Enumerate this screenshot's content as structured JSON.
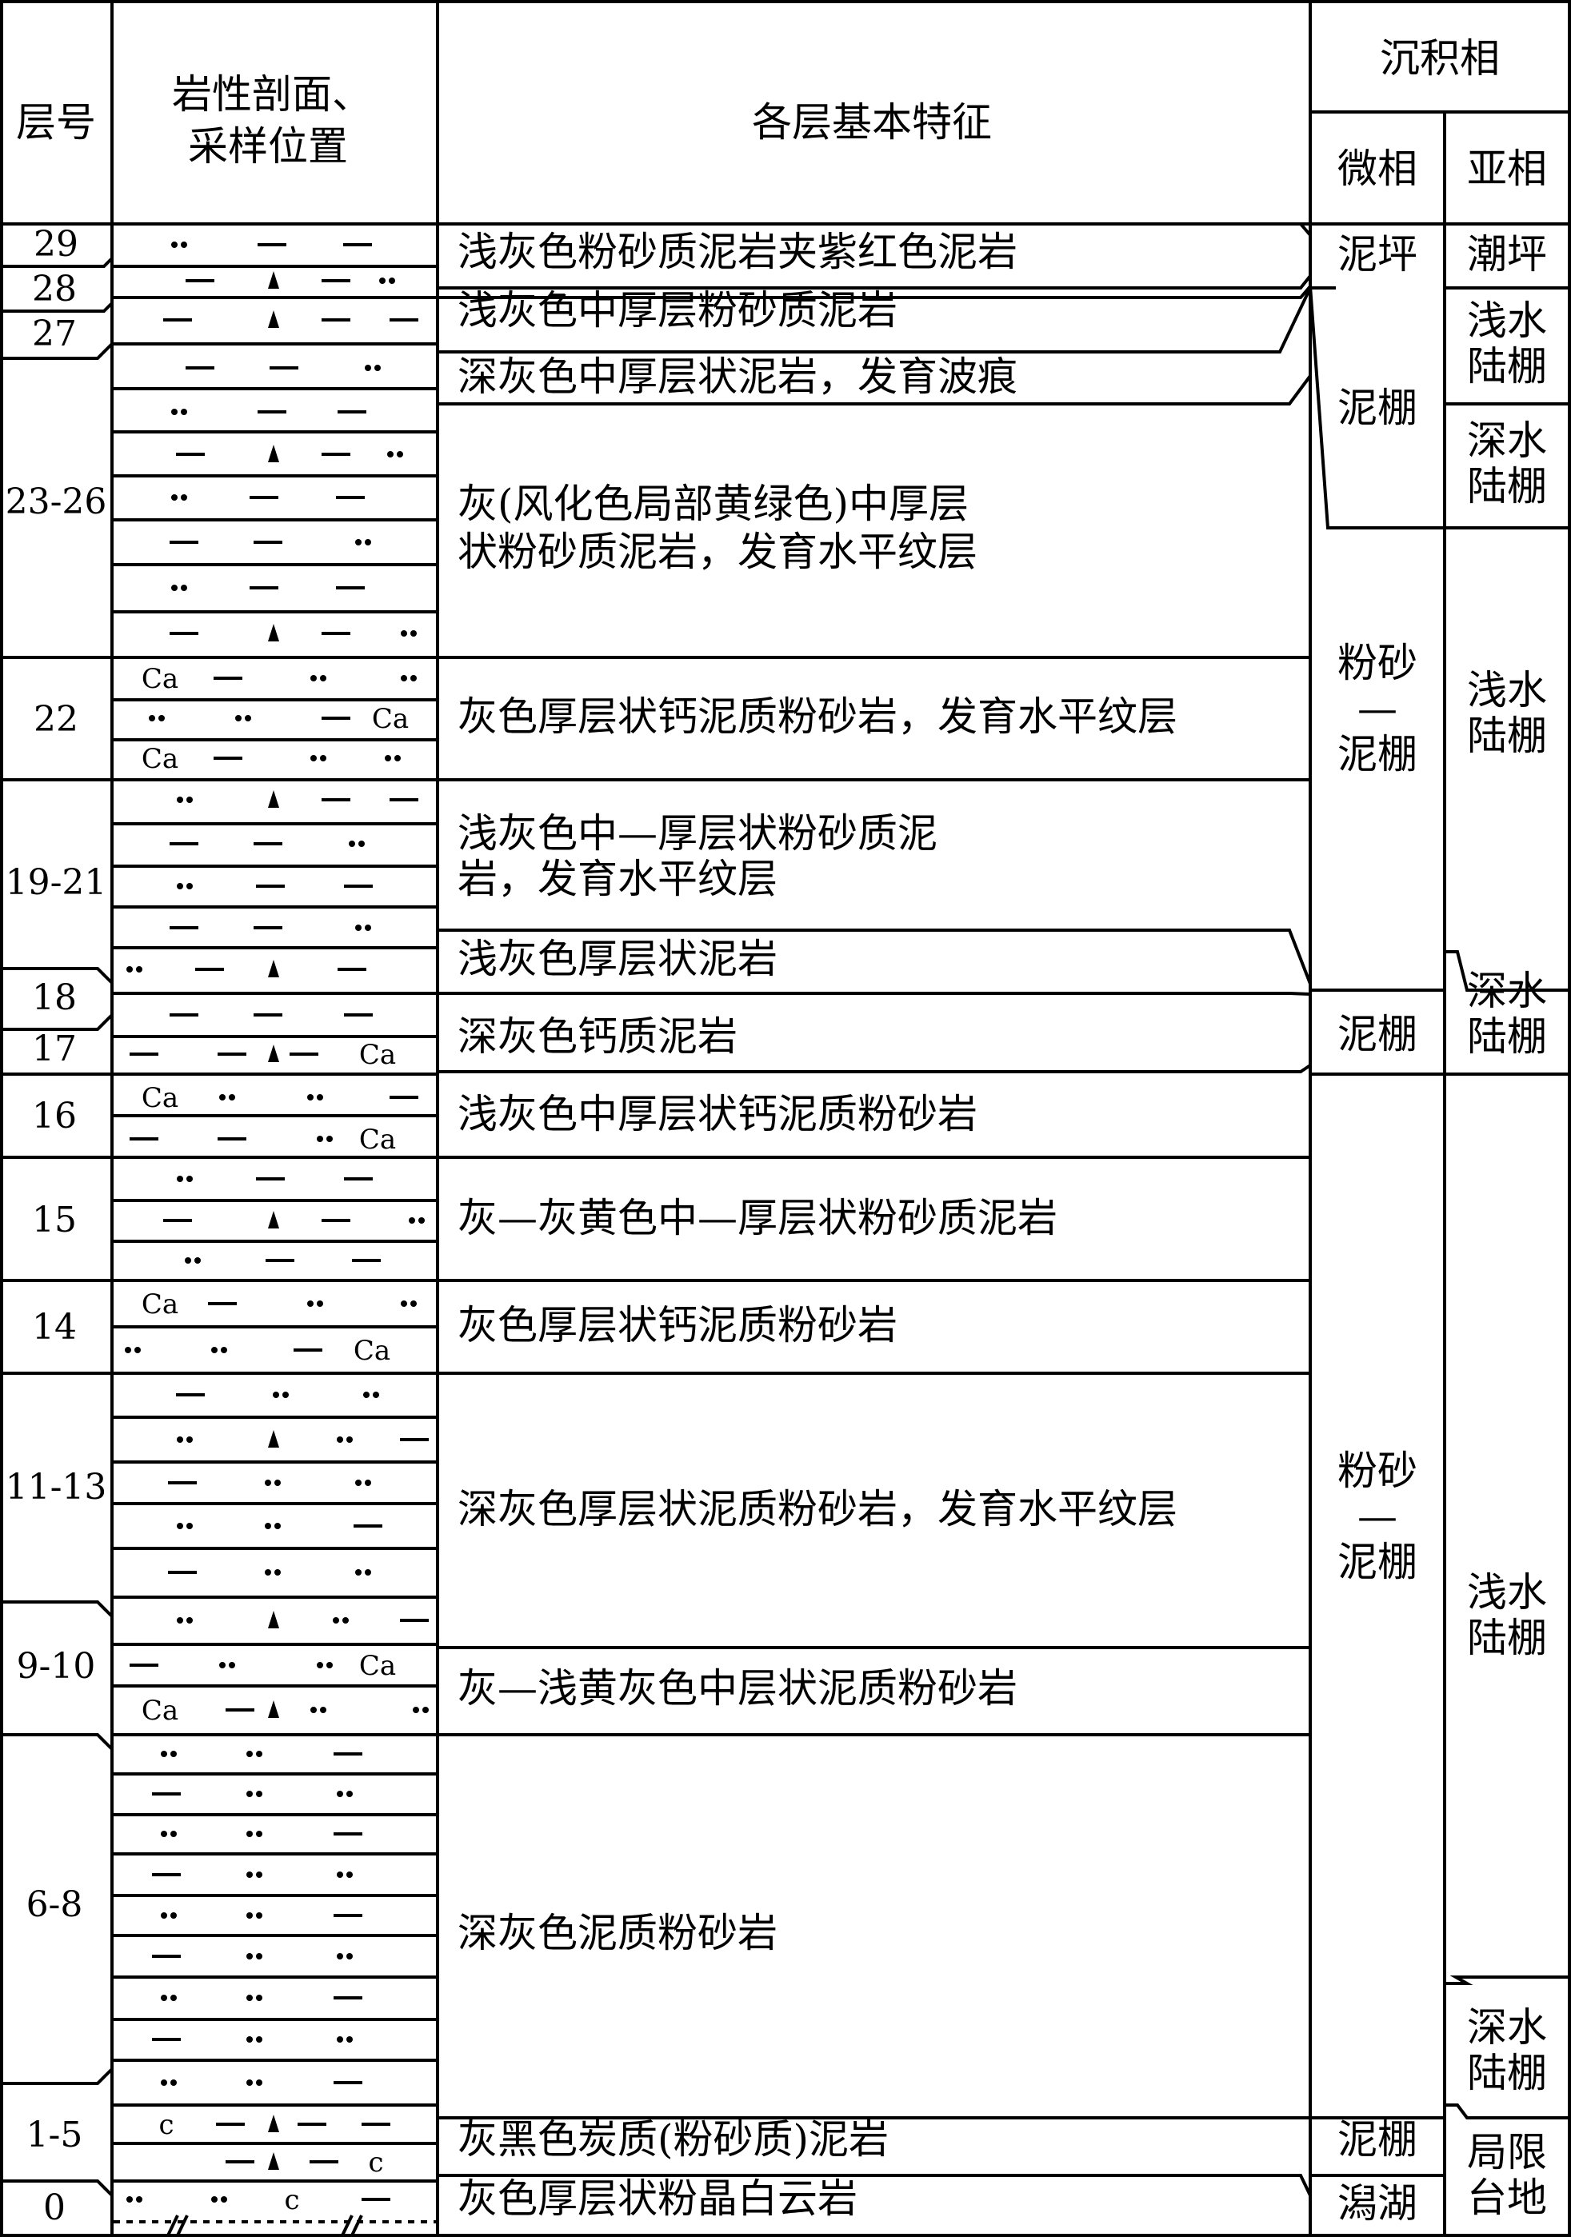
{
  "header": {
    "layer_no": "层号",
    "lithology_line1": "岩性剖面、",
    "lithology_line2": "采样位置",
    "features": "各层基本特征",
    "facies": "沉积相",
    "microfacies": "微相",
    "subfacies": "亚相"
  },
  "layers": [
    {
      "label": "29"
    },
    {
      "label": "28"
    },
    {
      "label": "27"
    },
    {
      "label": "23-26"
    },
    {
      "label": "22"
    },
    {
      "label": "19-21"
    },
    {
      "label": "18"
    },
    {
      "label": "17"
    },
    {
      "label": "16"
    },
    {
      "label": "15"
    },
    {
      "label": "14"
    },
    {
      "label": "11-13"
    },
    {
      "label": "9-10"
    },
    {
      "label": "6-8"
    },
    {
      "label": "1-5"
    },
    {
      "label": "0"
    }
  ],
  "descriptions": [
    {
      "lines": [
        "浅灰色粉砂质泥岩夹紫红色泥岩"
      ]
    },
    {
      "lines": [
        "浅灰色中厚层粉砂质泥岩"
      ]
    },
    {
      "lines": [
        "深灰色中厚层状泥岩，发育波痕"
      ]
    },
    {
      "lines": [
        "灰(风化色局部黄绿色)中厚层",
        "状粉砂质泥岩，发育水平纹层"
      ]
    },
    {
      "lines": [
        "灰色厚层状钙泥质粉砂岩，发育水平纹层"
      ]
    },
    {
      "lines": [
        "浅灰色中—厚层状粉砂质泥",
        "岩，发育水平纹层"
      ]
    },
    {
      "lines": [
        "浅灰色厚层状泥岩"
      ]
    },
    {
      "lines": [
        "深灰色钙质泥岩"
      ]
    },
    {
      "lines": [
        "浅灰色中厚层状钙泥质粉砂岩"
      ]
    },
    {
      "lines": [
        "灰—灰黄色中—厚层状粉砂质泥岩"
      ]
    },
    {
      "lines": [
        "灰色厚层状钙泥质粉砂岩"
      ]
    },
    {
      "lines": [
        "深灰色厚层状泥质粉砂岩，发育水平纹层"
      ]
    },
    {
      "lines": [
        "灰—浅黄灰色中层状泥质粉砂岩"
      ]
    },
    {
      "lines": [
        "深灰色泥质粉砂岩"
      ]
    },
    {
      "lines": [
        "灰黑色炭质(粉砂质)泥岩"
      ]
    },
    {
      "lines": [
        "灰色厚层状粉晶白云岩"
      ]
    }
  ],
  "microfacies": [
    {
      "lines": [
        "泥坪"
      ]
    },
    {
      "lines": [
        "泥棚"
      ]
    },
    {
      "lines": [
        "粉砂",
        "—",
        "泥棚"
      ]
    },
    {
      "lines": [
        "泥棚"
      ]
    },
    {
      "lines": [
        "粉砂",
        "—",
        "泥棚"
      ]
    },
    {
      "lines": [
        "泥棚"
      ]
    },
    {
      "lines": [
        "潟湖"
      ]
    }
  ],
  "subfacies": [
    {
      "lines": [
        "潮坪"
      ]
    },
    {
      "lines": [
        "浅水",
        "陆棚"
      ]
    },
    {
      "lines": [
        "深水",
        "陆棚"
      ]
    },
    {
      "lines": [
        "浅水",
        "陆棚"
      ]
    },
    {
      "lines": [
        "深水",
        "陆棚"
      ]
    },
    {
      "lines": [
        "浅水",
        "陆棚"
      ]
    },
    {
      "lines": [
        "深水",
        "陆棚"
      ]
    },
    {
      "lines": [
        "局限",
        "台地"
      ]
    }
  ],
  "lithology_symbols": {
    "calcareous": "Ca",
    "carbonaceous": "c",
    "sample_marker": "triangle-marker",
    "silt": "dots",
    "mud": "dash"
  }
}
